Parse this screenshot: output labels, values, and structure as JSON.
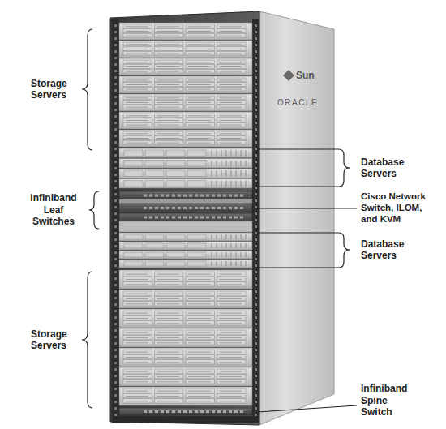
{
  "diagram": {
    "labels": [
      "Storage Servers",
      "Database Servers",
      "Infiniband Leaf Switches",
      "Cisco Network Switch, ILOM, and KVM",
      "Database Servers",
      "Storage Servers",
      "Infiniband Spine Switch",
      "Sun",
      "ORACLE"
    ]
  }
}
